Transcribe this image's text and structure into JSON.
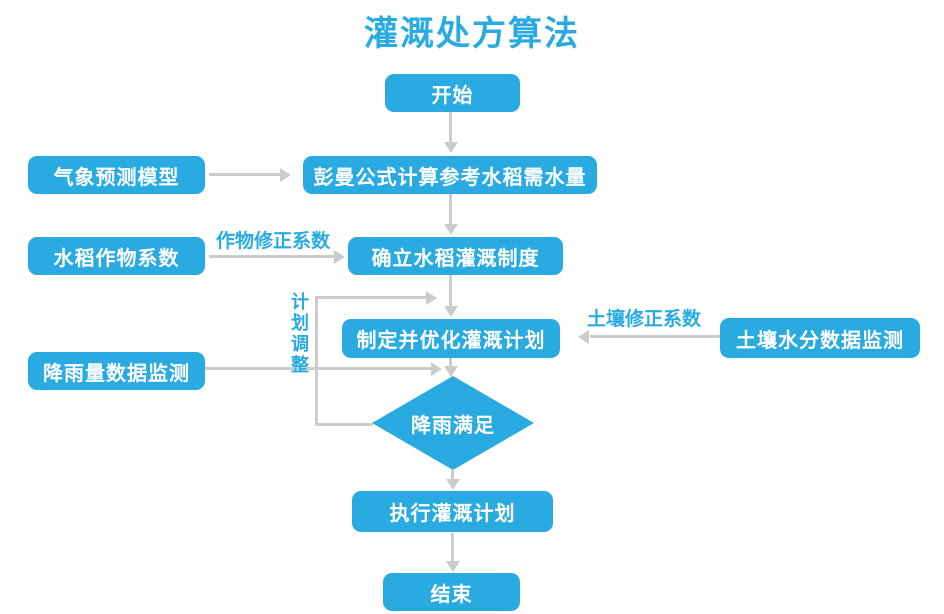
{
  "title": "灌溉处方算法",
  "colors": {
    "node_fill": "#29ABE2",
    "node_text": "#FFFFFF",
    "connector": "#CCCCCC",
    "label_text": "#29ABE2",
    "background": "#FFFFFF"
  },
  "nodes": {
    "start": {
      "label": "开始",
      "shape": "rounded-rect"
    },
    "weather_model": {
      "label": "气象预测模型",
      "shape": "rounded-rect"
    },
    "penman": {
      "label": "彭曼公式计算参考水稻需水量",
      "shape": "rounded-rect"
    },
    "crop_coefficient": {
      "label": "水稻作物系数",
      "shape": "rounded-rect"
    },
    "schedule": {
      "label": "确立水稻灌溉制度",
      "shape": "rounded-rect"
    },
    "plan": {
      "label": "制定并优化灌溉计划",
      "shape": "rounded-rect"
    },
    "soil_monitor": {
      "label": "土壤水分数据监测",
      "shape": "rounded-rect"
    },
    "rainfall_monitor": {
      "label": "降雨量数据监测",
      "shape": "rounded-rect"
    },
    "rain_decision": {
      "label": "降雨满足",
      "shape": "diamond"
    },
    "execute": {
      "label": "执行灌溉计划",
      "shape": "rounded-rect"
    },
    "end": {
      "label": "结束",
      "shape": "rounded-rect"
    }
  },
  "edge_labels": {
    "crop_correction": "作物修正系数",
    "soil_correction": "土壤修正系数",
    "plan_adjustment": "计划调整"
  }
}
